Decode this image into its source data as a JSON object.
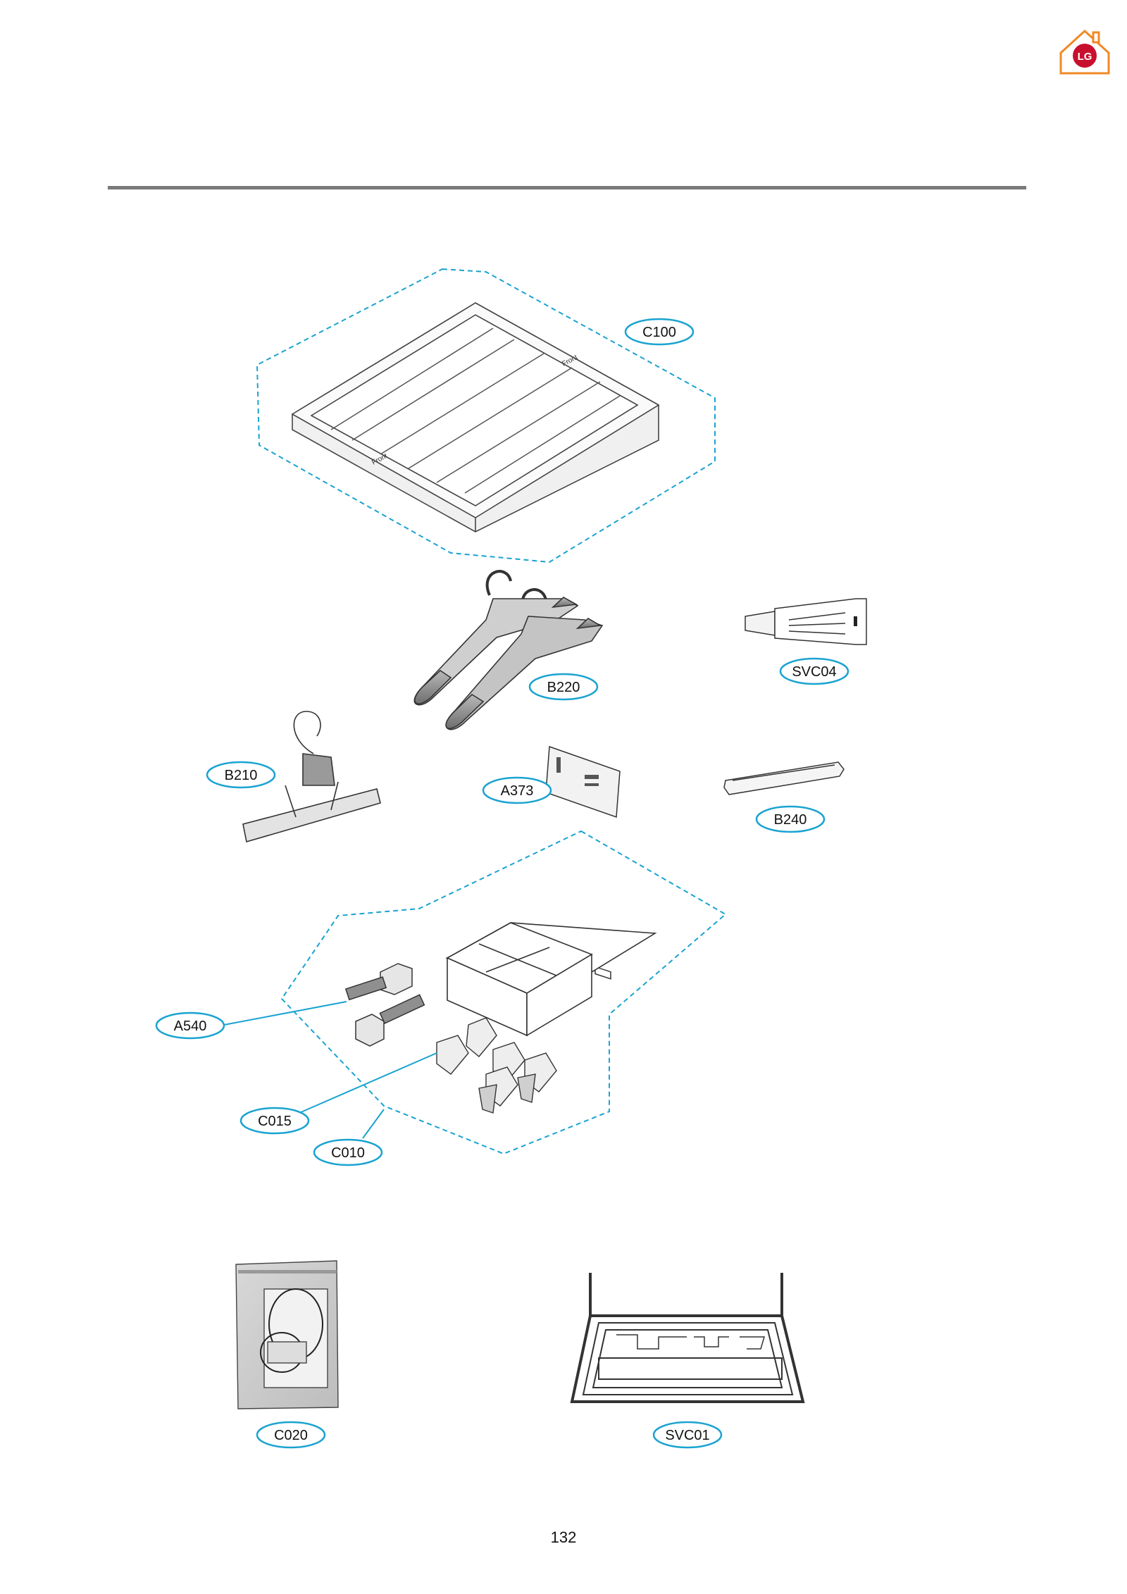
{
  "page": {
    "number": "132"
  },
  "brand": {
    "logo_text": "LG",
    "logo_color": "#c8102e",
    "house_color": "#f08a24"
  },
  "callouts": {
    "C100": "C100",
    "B220": "B220",
    "SVC04": "SVC04",
    "B210": "B210",
    "A373": "A373",
    "B240": "B240",
    "A540": "A540",
    "C015": "C015",
    "C010": "C010",
    "C020": "C020",
    "SVC01": "SVC01"
  },
  "colors": {
    "callout_border": "#1aa3d1",
    "dashed_line": "#1aa3d1",
    "rule": "#7a7a7a"
  }
}
